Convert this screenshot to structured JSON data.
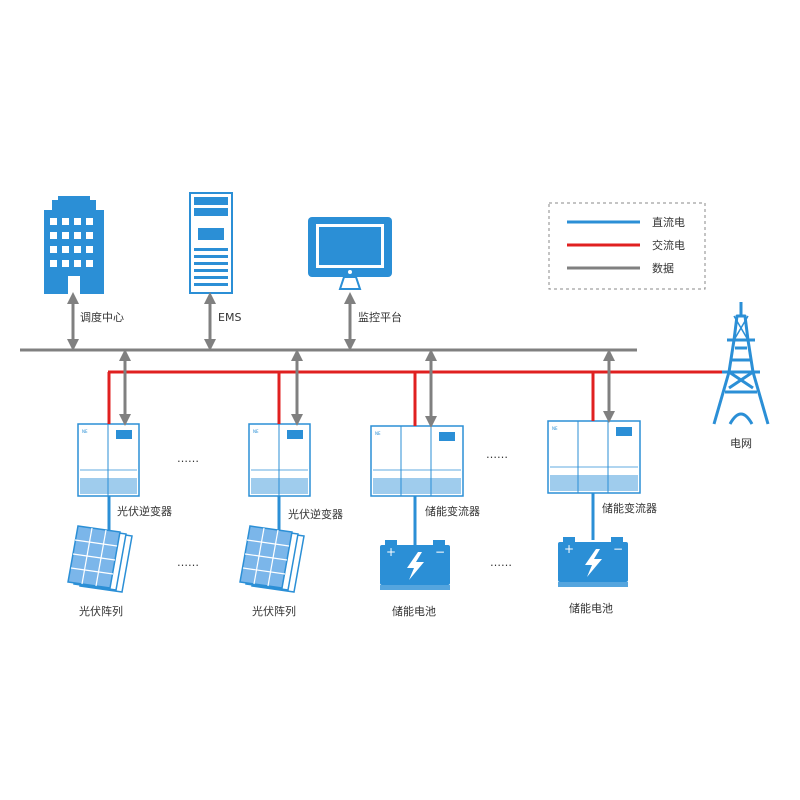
{
  "colors": {
    "dc": "#2b8fd6",
    "ac": "#e02020",
    "data": "#808080",
    "device": "#2b8fd6"
  },
  "legend": {
    "dc_label": "直流电",
    "ac_label": "交流电",
    "data_label": "数据"
  },
  "top_nodes": {
    "dispatch": "调度中心",
    "ems": "EMS",
    "monitor": "监控平台"
  },
  "grid": {
    "label": "电网"
  },
  "converters": [
    {
      "label": "光伏逆变器"
    },
    {
      "label": "光伏逆变器"
    },
    {
      "label": "储能变流器"
    },
    {
      "label": "储能变流器"
    }
  ],
  "sources": [
    {
      "label": "光伏阵列"
    },
    {
      "label": "光伏阵列"
    },
    {
      "label": "储能电池"
    },
    {
      "label": "储能电池"
    }
  ],
  "ellipsis": "……",
  "icons": [
    "building-icon",
    "server-rack-icon",
    "monitor-icon",
    "transmission-tower-icon",
    "inverter-cabinet-icon",
    "solar-panel-icon",
    "battery-icon"
  ]
}
